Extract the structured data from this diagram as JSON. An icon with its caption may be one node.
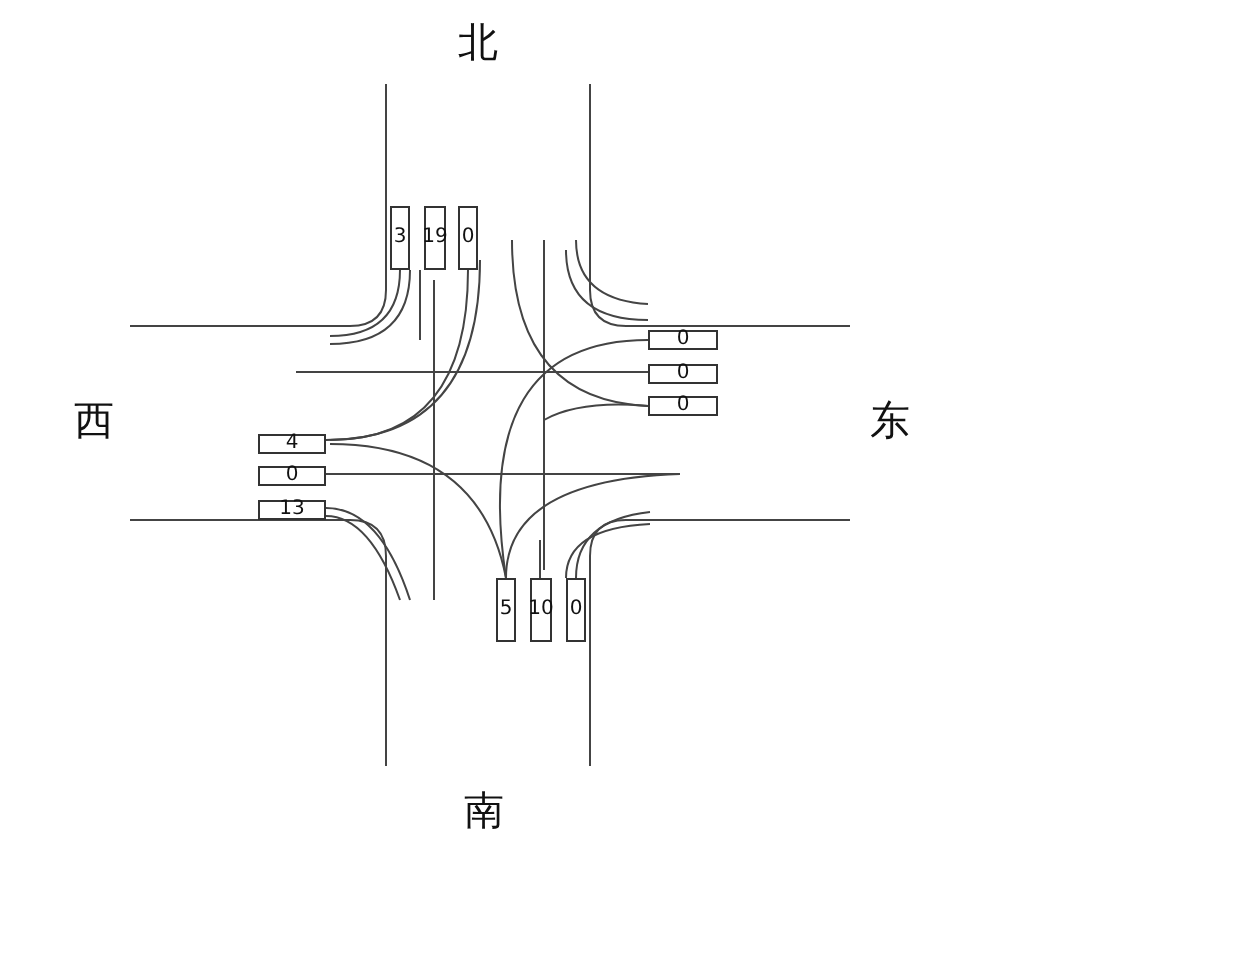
{
  "diagram": {
    "nodes": [
      {
        "text": [
          "3"
        ]
      },
      {
        "text": [
          "19"
        ]
      },
      {
        "text": [
          "0"
        ]
      },
      {
        "text": [
          "0"
        ]
      },
      {
        "text": [
          "0"
        ]
      },
      {
        "text": [
          "0"
        ]
      },
      {
        "text": [
          "4"
        ]
      },
      {
        "text": [
          "0"
        ]
      },
      {
        "text": [
          "13"
        ]
      },
      {
        "text": [
          "5"
        ]
      },
      {
        "text": [
          "10"
        ]
      },
      {
        "text": [
          "0"
        ]
      }
    ],
    "labels": [
      "北",
      "西",
      "东",
      "南"
    ]
  }
}
